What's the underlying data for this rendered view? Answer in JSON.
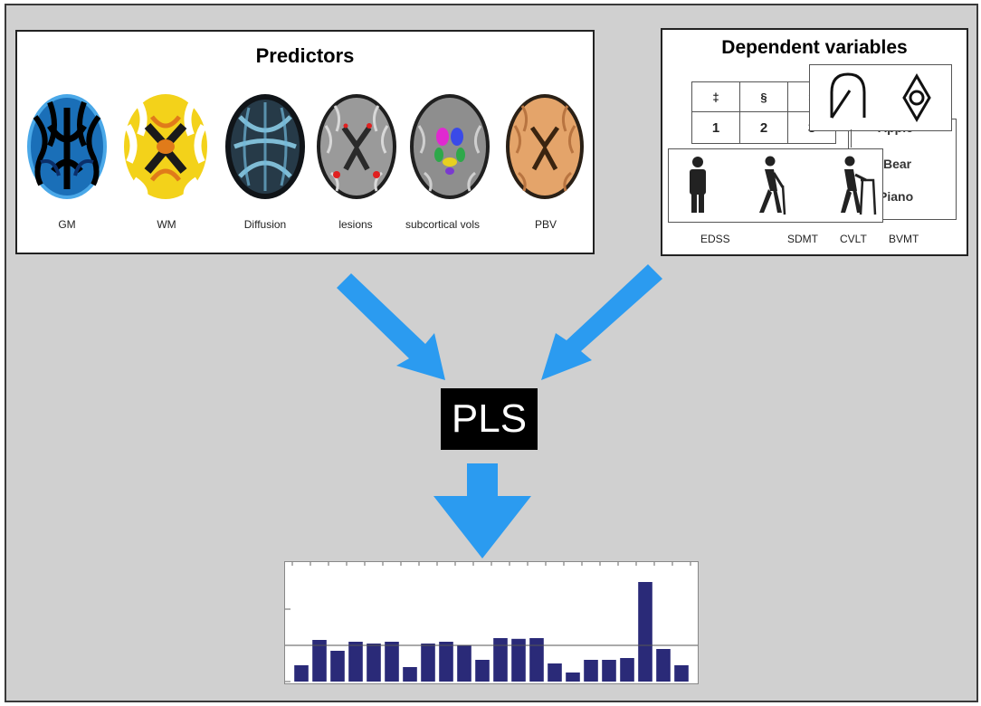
{
  "predictors": {
    "title": "Predictors",
    "labels": [
      "GM",
      "WM",
      "Diffusion",
      "lesions",
      "subcortical vols",
      "PBV"
    ]
  },
  "dependent": {
    "title": "Dependent variables",
    "symbols": [
      "‡",
      "§",
      "¤"
    ],
    "numbers": [
      "1",
      "2",
      "3"
    ],
    "words": [
      "Apple",
      "Bear",
      "Piano"
    ],
    "labels": [
      "EDSS",
      "SDMT",
      "CVLT",
      "BVMT"
    ],
    "icons": [
      "standing-person-icon",
      "person-with-cane-icon",
      "person-with-walker-icon",
      "arc-figure-icon",
      "diamond-figure-icon"
    ]
  },
  "pls": {
    "label": "PLS"
  },
  "colors": {
    "arrow": "#2b9bf0",
    "bar": "#2a2a78",
    "background": "#d0d0d0"
  },
  "chart_data": {
    "type": "bar",
    "title": "",
    "xlabel": "",
    "ylabel": "",
    "ylim": [
      -1,
      2.2
    ],
    "reference_line": 0,
    "grid": false,
    "values": [
      -0.55,
      0.15,
      -0.15,
      0.1,
      0.05,
      0.1,
      -0.6,
      0.05,
      0.1,
      0.0,
      -0.4,
      0.2,
      0.18,
      0.2,
      -0.5,
      -0.75,
      -0.4,
      -0.4,
      -0.35,
      1.75,
      -0.1,
      -0.55
    ]
  }
}
